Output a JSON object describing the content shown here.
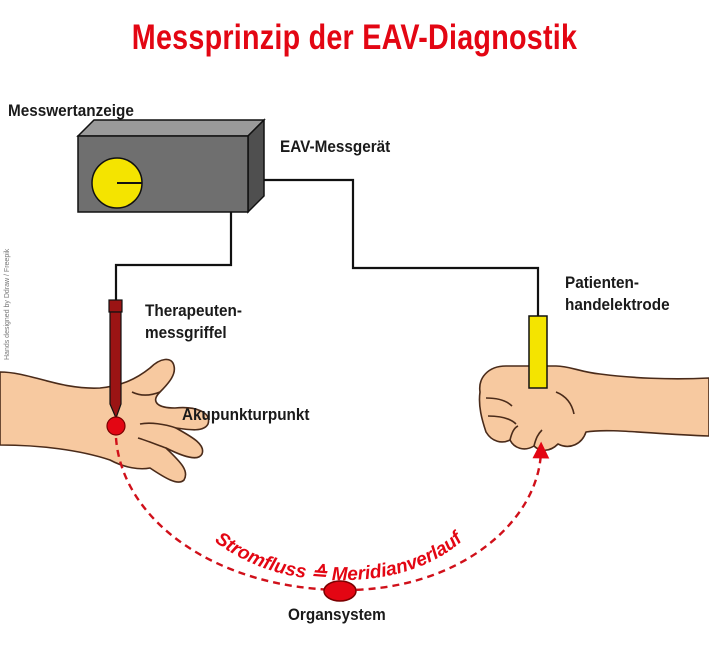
{
  "title": "Messprinzip der EAV-Diagnostik",
  "labels": {
    "display": "Messwertanzeige",
    "device": "EAV-Messgerät",
    "probe_line1": "Therapeuten-",
    "probe_line2": "messgriffel",
    "acupoint": "Akupunkturpunkt",
    "hand_electrode_line1": "Patienten-",
    "hand_electrode_line2": "handelektrode",
    "flow": "Stromfluss ≙ Meridianverlauf",
    "organ": "Organsystem"
  },
  "credit": "Hands designed by Ddraw / Freepik",
  "colors": {
    "accent_red": "#e30613",
    "dark_red": "#9b1414",
    "device_gray": "#6f6f6f",
    "gauge_yellow": "#f4e400",
    "skin": "#f7c9a0",
    "skin_outline": "#4a2b1a"
  }
}
